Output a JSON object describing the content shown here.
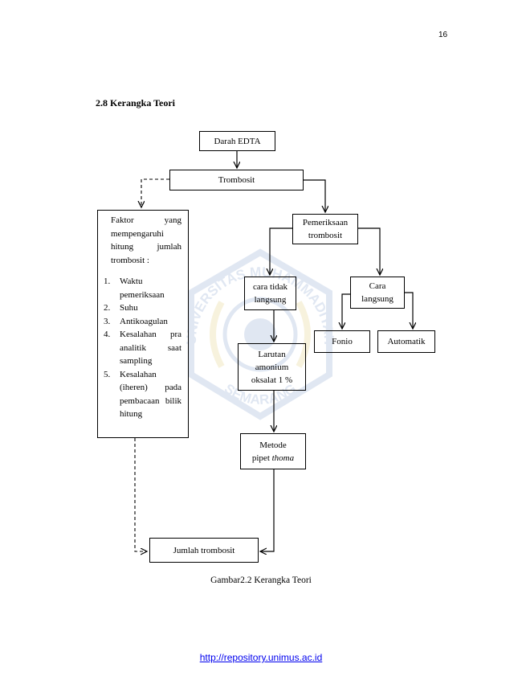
{
  "page_number": "16",
  "section_heading": "2.8 Kerangka Teori",
  "diagram": {
    "darah_edta": "Darah EDTA",
    "trombosit": "Trombosit",
    "pemeriksaan": [
      "Pemeriksaan",
      "trombosit"
    ],
    "cara_tidak_langsung": [
      "cara tidak",
      "langsung"
    ],
    "cara_langsung": [
      "Cara",
      "langsung"
    ],
    "fonio": "Fonio",
    "automatik": "Automatik",
    "larutan": [
      "Larutan",
      "amonium",
      "oksalat 1 %"
    ],
    "metode_line1": "Metode",
    "metode_line2_prefix": "pipet ",
    "metode_line2_italic": "thoma",
    "jumlah_trombosit": "Jumlah trombosit",
    "factor_title": "Faktor yang mempengaruhi hitung jumlah trombosit :",
    "factor_items": [
      {
        "num": "1.",
        "text": "Waktu pemeriksaan"
      },
      {
        "num": "2.",
        "text": "Suhu"
      },
      {
        "num": "3.",
        "text": "Antikoagulan"
      },
      {
        "num": "4.",
        "text": "Kesalahan pra analitik saat sampling"
      },
      {
        "num": "5.",
        "text": "Kesalahan (iheren) pada pembacaan bilik hitung"
      }
    ]
  },
  "watermark": {
    "top_text": "UNIVERSITAS MUHAMMADIYAH",
    "bottom_text": "SEMARANG"
  },
  "caption": "Gambar2.2 Kerangka Teori",
  "footer_link": "http://repository.unimus.ac.id",
  "colors": {
    "link": "#0000ee",
    "watermark": "#1d4fa3"
  }
}
